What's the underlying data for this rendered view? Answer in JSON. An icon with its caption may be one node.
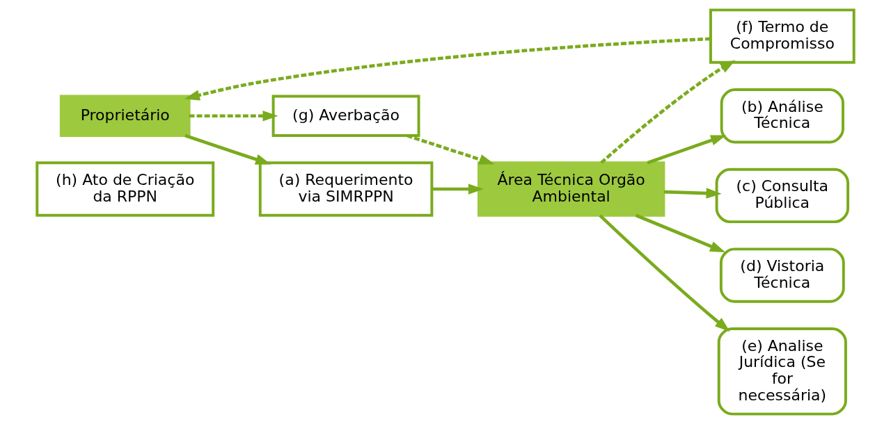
{
  "diagram": {
    "nodes": [
      {
        "text": [
          "(h) Ato de Criação da RPPN"
        ]
      },
      {
        "text": [
          "Proprietário"
        ]
      },
      {
        "text": [
          "(g) Averbação"
        ]
      },
      {
        "text": [
          "(a) Requerimento via SIMRPPN"
        ]
      },
      {
        "text": [
          "(f) Termo de Compromisso"
        ]
      },
      {
        "text": [
          "Área Técnica Orgão Ambiental"
        ]
      },
      {
        "text": [
          "(b) Análise Técnica"
        ]
      },
      {
        "text": [
          "(c) Consulta Pública"
        ]
      },
      {
        "text": [
          "(d) Vistoria Técnica"
        ]
      },
      {
        "text": [
          "(e) Analise Jurídica (Se for necessária)"
        ]
      }
    ],
    "edges": [
      {
        "from": 1,
        "to": 2,
        "arrow": "to",
        "style": "dashed"
      },
      {
        "from": 2,
        "to": 5,
        "arrow": "to",
        "style": "dashed"
      },
      {
        "from": 1,
        "to": 3,
        "arrow": "to"
      },
      {
        "from": 3,
        "to": 5,
        "arrow": "to"
      },
      {
        "from": 5,
        "to": 4,
        "arrow": "to",
        "style": "dashed"
      },
      {
        "from": 4,
        "to": 1,
        "arrow": "to",
        "style": "dashed"
      },
      {
        "from": 5,
        "to": 6,
        "arrow": "to"
      },
      {
        "from": 5,
        "to": 7,
        "arrow": "to"
      },
      {
        "from": 5,
        "to": 8,
        "arrow": "to"
      },
      {
        "from": 5,
        "to": 9,
        "arrow": "to"
      }
    ]
  }
}
